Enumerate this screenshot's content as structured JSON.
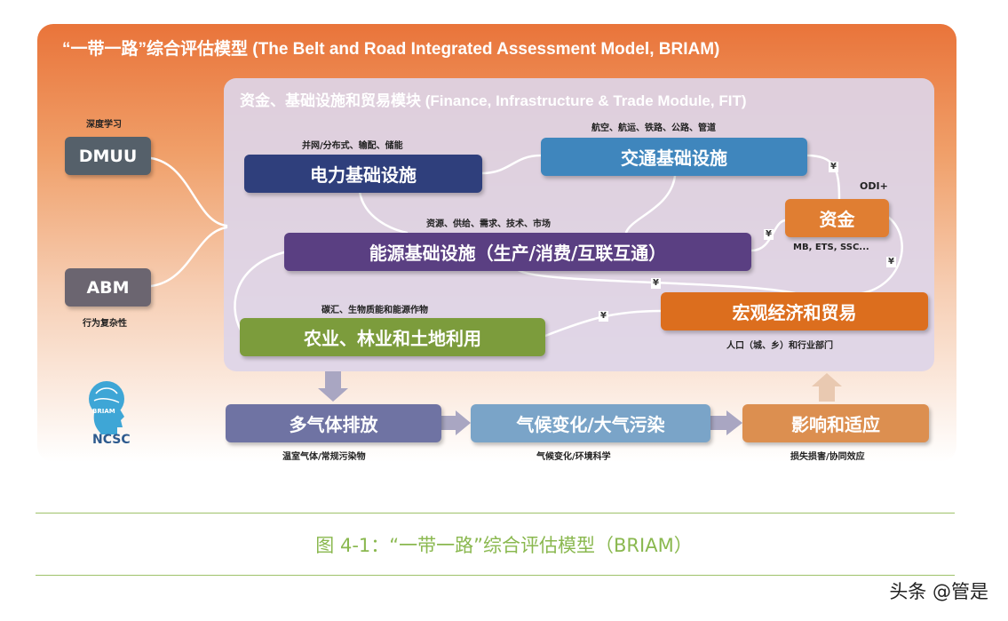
{
  "title": "“一带一路”综合评估模型 (The Belt and Road Integrated Assessment Model, BRIAM)",
  "module": {
    "title": "资金、基础设施和贸易模块 (Finance, Infrastructure & Trade Module, FIT)"
  },
  "left": {
    "dmuu": {
      "label": "DMUU",
      "sublabel": "深度学习"
    },
    "abm": {
      "label": "ABM",
      "sublabel": "行为复杂性"
    }
  },
  "nodes": {
    "power": {
      "label": "电力基础设施",
      "note": "并网/分布式、输配、储能"
    },
    "transport": {
      "label": "交通基础设施",
      "note": "航空、航运、铁路、公路、管道"
    },
    "energy": {
      "label": "能源基础设施（生产/消费/互联互通）",
      "note": "资源、供给、需求、技术、市场"
    },
    "finance": {
      "label": "资金",
      "note_top": "ODI+",
      "note": "MB, ETS, SSC..."
    },
    "macro": {
      "label": "宏观经济和贸易",
      "note": "人口（城、乡）和行业部门"
    },
    "agri": {
      "label": "农业、林业和土地利用",
      "note": "碳汇、生物质能和能源作物"
    }
  },
  "bottom": {
    "emission": {
      "label": "多气体排放",
      "note": "温室气体/常规污染物"
    },
    "climate": {
      "label": "气候变化/大气污染",
      "note": "气候变化/环境科学"
    },
    "impact": {
      "label": "影响和适应",
      "note": "损失损害/协同效应"
    }
  },
  "yen_symbol": "¥",
  "logo": {
    "text_top": "BRIAM",
    "text_bottom": "NCSC"
  },
  "caption": "图 4-1：“一带一路”综合评估模型（BRIAM）",
  "watermark": "头条 @管是",
  "colors": {
    "power": "#2f3f7c",
    "transport": "#3f86bd",
    "energy": "#5a3f82",
    "finance": "#e07e32",
    "macro": "#dc6e1e",
    "agri": "#7c9c3c",
    "emission": "#6f73a3",
    "climate": "#7aa4c8",
    "impact": "#dc8f50",
    "left_box": "#55606a",
    "left_abm": "#6b6570",
    "caption": "#8ab84f"
  }
}
